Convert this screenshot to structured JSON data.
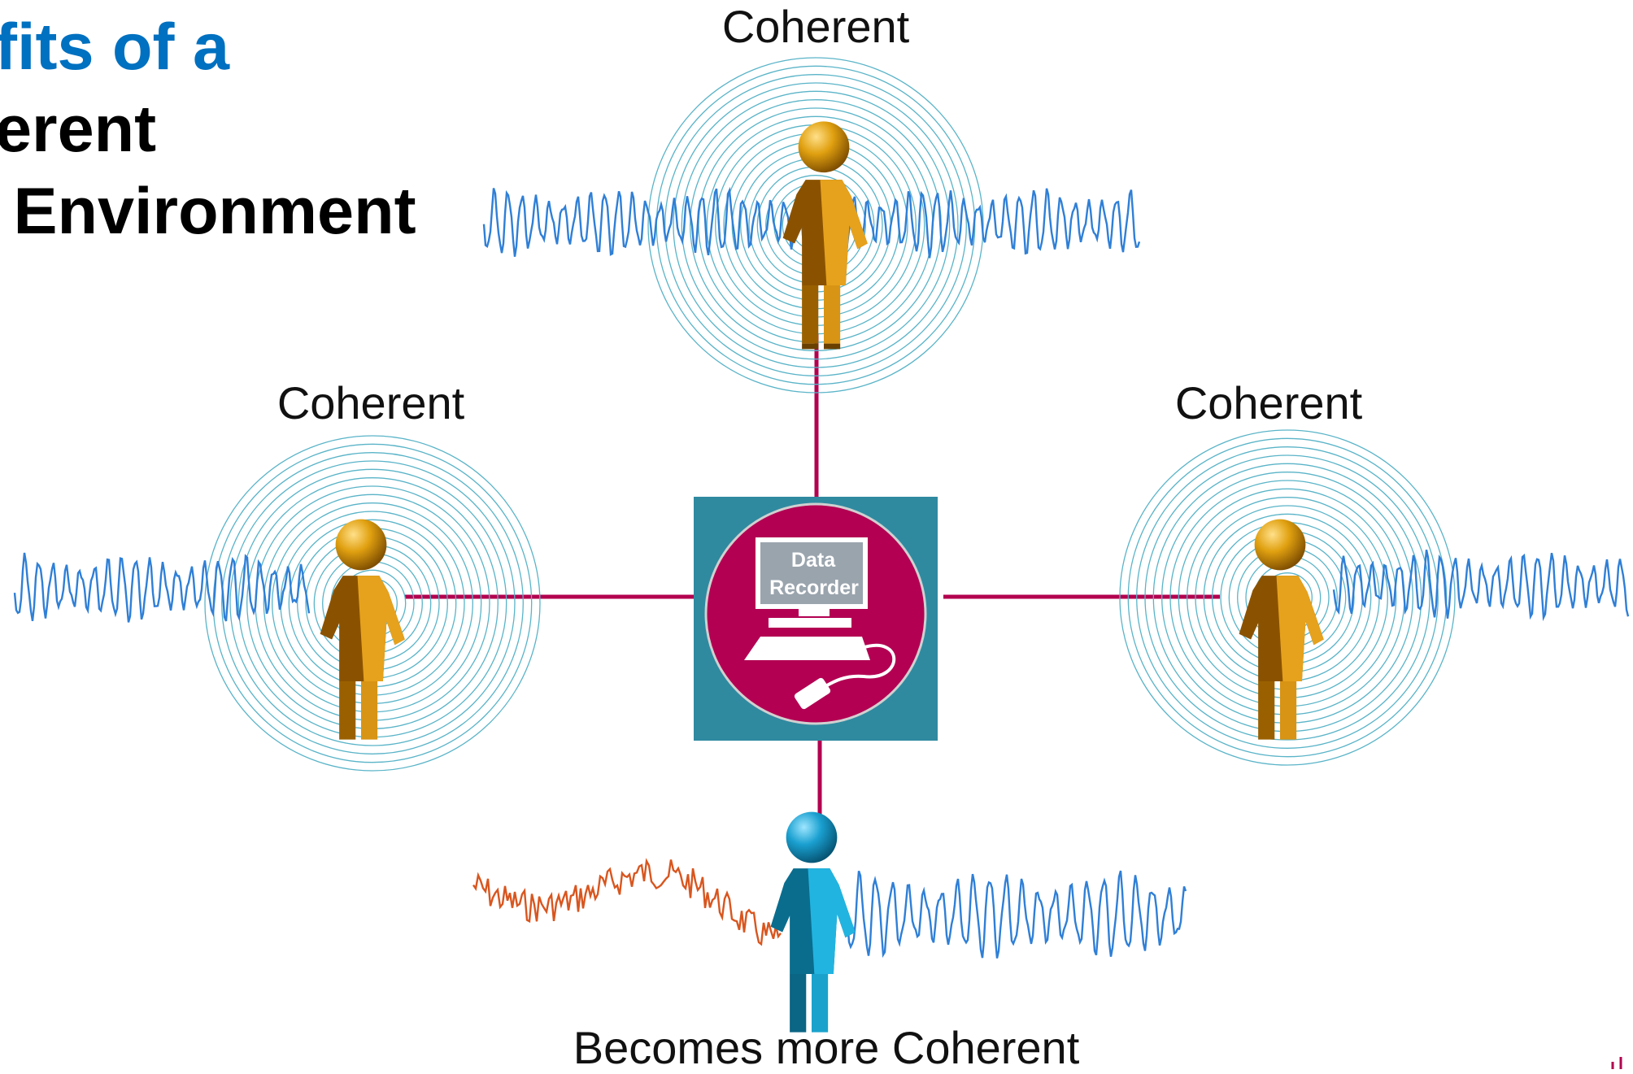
{
  "title": {
    "line1": "fits of a",
    "line2": "erent",
    "line3": " Environment"
  },
  "nodes": {
    "top_label": "Coherent",
    "left_label": "Coherent",
    "right_label": "Coherent",
    "bottom_label": "Becomes more Coherent"
  },
  "recorder": {
    "line1": "Data",
    "line2": "Recorder"
  },
  "colors": {
    "title_blue": "#0070c0",
    "connector": "#b3004f",
    "ripple": "#5ab4c8",
    "wave_blue": "#2f7fd6",
    "wave_orange": "#d8561f",
    "person_gold": "#d49a10",
    "person_blue": "#1a97c0",
    "recorder_bg": "#2f8aa0",
    "recorder_circle": "#b30052"
  },
  "icons": [
    "person-icon",
    "data-recorder-icon"
  ]
}
